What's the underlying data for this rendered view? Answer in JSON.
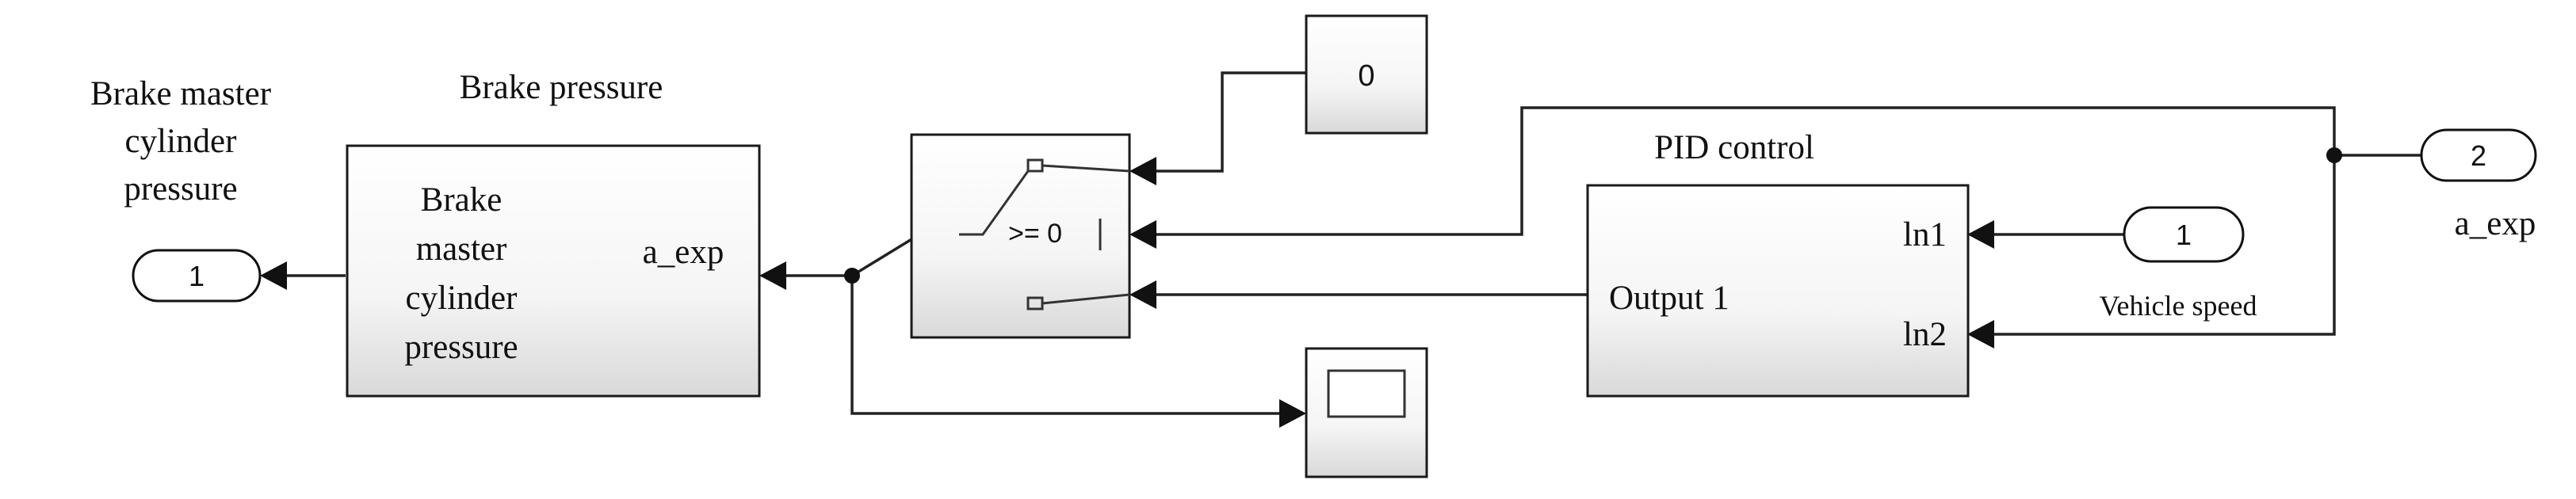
{
  "labels": {
    "brake_master_line1": "Brake master",
    "brake_master_line2": "cylinder",
    "brake_master_line3": "pressure",
    "brake_pressure_title": "Brake pressure",
    "pid_control_title": "PID control",
    "a_exp_outer": "a_exp",
    "vehicle_speed": "Vehicle speed"
  },
  "brake_block": {
    "in_line1": "Brake",
    "in_line2": "master",
    "in_line3": "cylinder",
    "in_line4": "pressure",
    "port_label": "a_exp"
  },
  "switch_block": {
    "threshold": ">= 0"
  },
  "constant_block": {
    "value": "0"
  },
  "pid_block": {
    "in1": "ln1",
    "in2": "ln2",
    "output": "Output 1"
  },
  "ports": {
    "outport_1": "1",
    "inport_1": "1",
    "inport_2": "2"
  }
}
